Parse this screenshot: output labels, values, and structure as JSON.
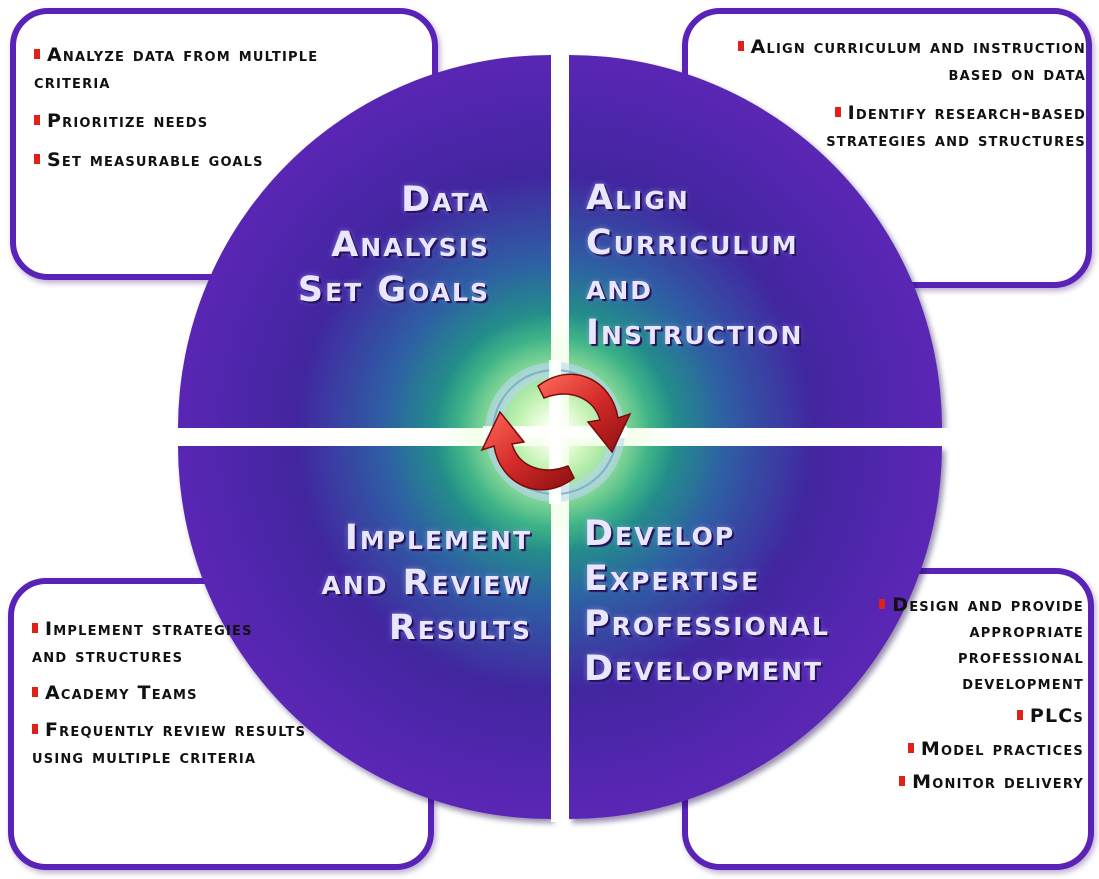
{
  "quadrants": {
    "top_left": {
      "title_lines": [
        "Data",
        "Analysis",
        "Set Goals"
      ],
      "bullets": [
        "Analyze data from multiple criteria",
        "Prioritize needs",
        "Set measurable goals"
      ]
    },
    "top_right": {
      "title_lines": [
        "Align",
        "Curriculum",
        "and",
        "Instruction"
      ],
      "bullets": [
        "Align curriculum and instruction based on data",
        "Identify research-based strategies and structures"
      ]
    },
    "bottom_left": {
      "title_lines": [
        "Implement",
        "and Review",
        "Results"
      ],
      "bullets": [
        "Implement strategies and structures",
        "Academy Teams",
        "Frequently review results using multiple criteria"
      ]
    },
    "bottom_right": {
      "title_lines": [
        "Develop",
        "Expertise",
        "Professional",
        "Development"
      ],
      "bullets": [
        "Design and provide appropriate professional development",
        "PLCs",
        "Model practices",
        "Monitor delivery"
      ]
    }
  },
  "colors": {
    "circle_outer": "#4d1fa3",
    "circle_inner": "#23c07a",
    "box_border": "#5a23b8",
    "bullet_marker": "#e0201b",
    "cycle_arrows": "#d42a2a"
  },
  "center_icon": "circular-refresh-arrows-icon"
}
